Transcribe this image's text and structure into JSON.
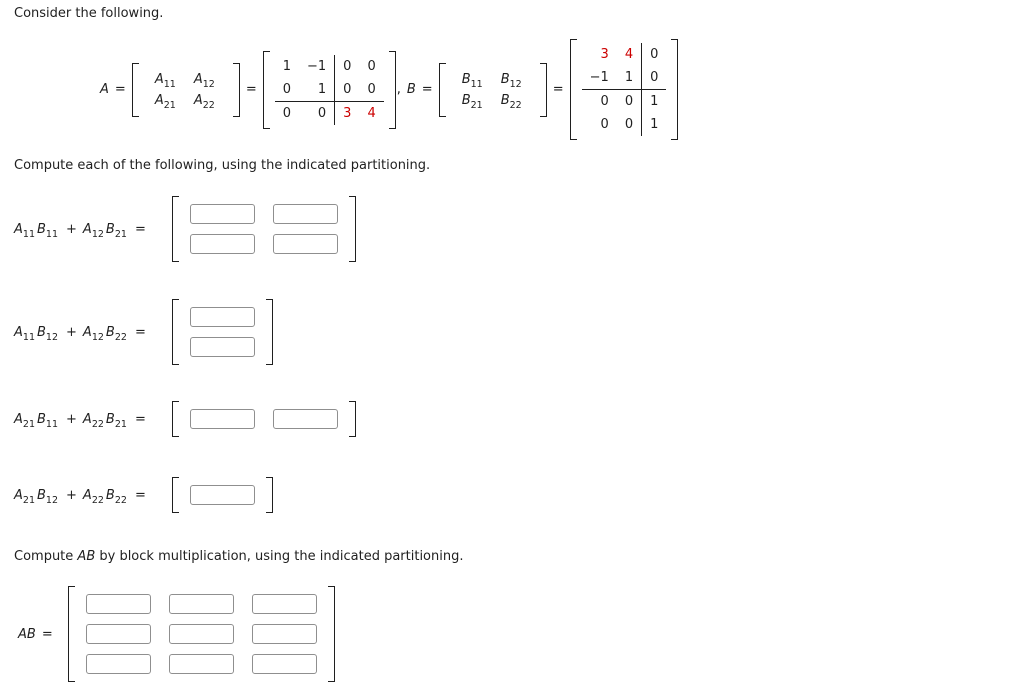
{
  "page": {
    "intro": "Consider the following.",
    "compute_each": "Compute each of the following, using the indicated partitioning.",
    "compute_ab": {
      "pre": "Compute ",
      "var": "AB",
      "post": " by block multiplication, using the indicated partitioning."
    }
  },
  "colors": {
    "highlight_red": "#cc0000",
    "text": "#1f1f1f",
    "input_border": "#8f8f8f"
  },
  "definition": {
    "A_var": "A",
    "B_var": "B",
    "equals": "=",
    "comma": ",",
    "A_blocks": [
      [
        {
          "v": "A",
          "s": "11"
        },
        {
          "v": "A",
          "s": "12"
        }
      ],
      [
        {
          "v": "A",
          "s": "21"
        },
        {
          "v": "A",
          "s": "22"
        }
      ]
    ],
    "B_blocks": [
      [
        {
          "v": "B",
          "s": "11"
        },
        {
          "v": "B",
          "s": "12"
        }
      ],
      [
        {
          "v": "B",
          "s": "21"
        },
        {
          "v": "B",
          "s": "22"
        }
      ]
    ],
    "A_values": [
      [
        "1",
        "−1",
        "0",
        "0"
      ],
      [
        "0",
        "1",
        "0",
        "0"
      ],
      [
        "0",
        "0",
        "3",
        "4"
      ]
    ],
    "A_red_cells": [
      [
        2,
        2
      ],
      [
        2,
        3
      ]
    ],
    "A_partition": {
      "after_row": 2,
      "after_col": 2
    },
    "B_values": [
      [
        "3",
        "4",
        "0"
      ],
      [
        "−1",
        "1",
        "0"
      ],
      [
        "0",
        "0",
        "1"
      ],
      [
        "0",
        "0",
        "1"
      ]
    ],
    "B_red_cells": [
      [
        0,
        0
      ],
      [
        0,
        1
      ]
    ],
    "B_partition": {
      "after_row": 2,
      "after_col": 2
    }
  },
  "equations": [
    {
      "v1": "A",
      "s1": "11",
      "v2": "B",
      "s2": "11",
      "op": "+",
      "v3": "A",
      "s3": "12",
      "v4": "B",
      "s4": "21",
      "eq": "=",
      "answer_rows": 2,
      "answer_cols": 2
    },
    {
      "v1": "A",
      "s1": "11",
      "v2": "B",
      "s2": "12",
      "op": "+",
      "v3": "A",
      "s3": "12",
      "v4": "B",
      "s4": "22",
      "eq": "=",
      "answer_rows": 2,
      "answer_cols": 1
    },
    {
      "v1": "A",
      "s1": "21",
      "v2": "B",
      "s2": "11",
      "op": "+",
      "v3": "A",
      "s3": "22",
      "v4": "B",
      "s4": "21",
      "eq": "=",
      "answer_rows": 1,
      "answer_cols": 2
    },
    {
      "v1": "A",
      "s1": "21",
      "v2": "B",
      "s2": "12",
      "op": "+",
      "v3": "A",
      "s3": "22",
      "v4": "B",
      "s4": "22",
      "eq": "=",
      "answer_rows": 1,
      "answer_cols": 1
    }
  ],
  "ab": {
    "var": "AB",
    "equals": "=",
    "answer_rows": 3,
    "answer_cols": 3
  }
}
